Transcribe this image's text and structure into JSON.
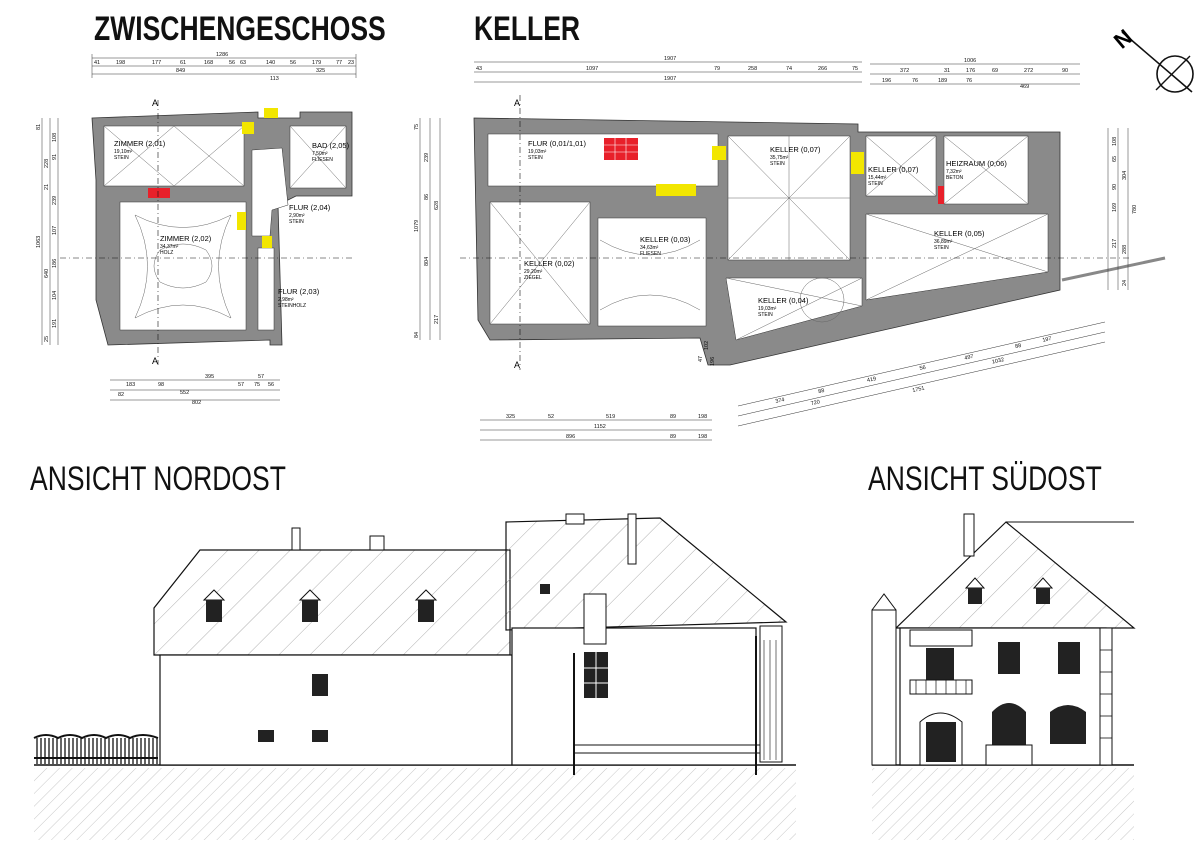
{
  "titles": {
    "zwischengeschoss": "ZWISCHENGESCHOSS",
    "keller": "KELLER",
    "ansicht_nordost": "ANSICHT NORDOST",
    "ansicht_suedost": "ANSICHT SÜDOST"
  },
  "north_label": "N",
  "section_marks": [
    "A",
    "A",
    "A",
    "A"
  ],
  "zwischengeschoss": {
    "dims_top": {
      "total": "1286",
      "row1": [
        "41",
        "198",
        "177",
        "61",
        "168",
        "56",
        "63",
        "140",
        "56",
        "179",
        "77",
        "23"
      ],
      "row2": [
        "849",
        "113",
        "325"
      ]
    },
    "dims_left": [
      "81",
      "108",
      "91",
      "228",
      "21",
      "239",
      "107",
      "1063",
      "186",
      "640",
      "104",
      "191",
      "25"
    ],
    "dims_bottom": {
      "row1": [
        "183",
        "98",
        "395",
        "57",
        "57",
        "75",
        "56"
      ],
      "row2": [
        "82",
        "552"
      ],
      "total": "802"
    },
    "rooms": [
      {
        "name": "ZIMMER (2,01)",
        "area": "19,10m²",
        "floor": "STEIN"
      },
      {
        "name": "BAD (2,05)",
        "area": "7,50m²",
        "floor": "FLIESEN"
      },
      {
        "name": "FLUR (2,04)",
        "area": "2,90m²",
        "floor": "STEIN"
      },
      {
        "name": "ZIMMER (2,02)",
        "area": "34,37m²",
        "floor": "HOLZ"
      },
      {
        "name": "FLUR (2,03)",
        "area": "2,98m²",
        "floor": "STEINHOLZ"
      }
    ]
  },
  "keller": {
    "dims_top": {
      "total_a": "1907",
      "row1": [
        "43",
        "1097",
        "79",
        "258",
        "74",
        "266",
        "75"
      ],
      "total_b": "1907"
    },
    "dims_top_right": {
      "total": "1006",
      "row1": [
        "372",
        "31",
        "176",
        "69",
        "272",
        "90"
      ],
      "row2": [
        "196",
        "76",
        "189",
        "76",
        "469"
      ]
    },
    "dims_left": [
      "75",
      "239",
      "1079",
      "86",
      "804",
      "628",
      "217",
      "84"
    ],
    "dims_right": [
      "108",
      "65",
      "304",
      "90",
      "780",
      "169",
      "217",
      "288",
      "24"
    ],
    "dims_bottom": {
      "row1": [
        "325",
        "52",
        "519",
        "89",
        "198"
      ],
      "row2": [
        "1152"
      ],
      "row3": [
        "896",
        "89",
        "198"
      ]
    },
    "dims_bottom_right": {
      "row1": [
        "374",
        "88",
        "419",
        "56",
        "497",
        "88",
        "197"
      ],
      "row2": [
        "720",
        "1032"
      ],
      "row3": [
        "1751"
      ]
    },
    "dims_mid": [
      "102",
      "47",
      "196"
    ],
    "rooms": [
      {
        "name": "FLUR (0,01/1,01)",
        "area": "19,03m²",
        "floor": "STEIN"
      },
      {
        "name": "KELLER (0,07)",
        "area": "35,75m²",
        "floor": "STEIN"
      },
      {
        "name": "KELLER (0,07)",
        "area": "15,44m²",
        "floor": "STEIN"
      },
      {
        "name": "HEIZRAUM (0,06)",
        "area": "7,32m²",
        "floor": "BETON"
      },
      {
        "name": "KELLER (0,02)",
        "area": "29,20m²",
        "floor": "ZIEGEL"
      },
      {
        "name": "KELLER (0,03)",
        "area": "34,63m²",
        "floor": "FLIESEN"
      },
      {
        "name": "KELLER (0,05)",
        "area": "36,89m²",
        "floor": "STEIN"
      },
      {
        "name": "KELLER (0,04)",
        "area": "19,03m²",
        "floor": "STEIN"
      }
    ]
  },
  "colors": {
    "wall": "#8a8a8a",
    "highlight_red": "#e8202a",
    "highlight_yellow": "#f2e600",
    "line": "#222222",
    "hatch": "#9a9a9a"
  }
}
